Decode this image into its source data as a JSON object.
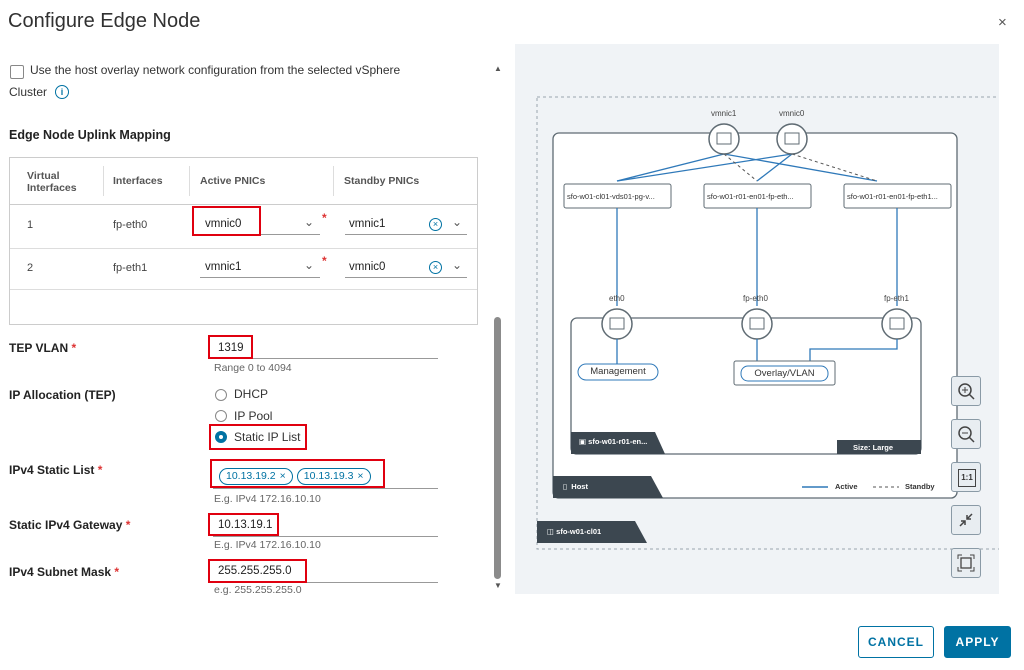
{
  "dialog": {
    "title": "Configure Edge Node",
    "close_glyph": "×",
    "overlay_checkbox_label_line1": "Use the host overlay network configuration from the selected vSphere",
    "overlay_checkbox_label_line2": "Cluster",
    "info_glyph": "i"
  },
  "uplink": {
    "section_title": "Edge Node Uplink Mapping",
    "headers": [
      "Virtual Interfaces",
      "Interfaces",
      "Active PNICs",
      "Standby PNICs"
    ],
    "header_virtual_line1": "Virtual",
    "header_virtual_line2": "Interfaces",
    "rows": [
      {
        "vi": "1",
        "iface": "fp-eth0",
        "active": "vmnic0",
        "standby": "vmnic1"
      },
      {
        "vi": "2",
        "iface": "fp-eth1",
        "active": "vmnic1",
        "standby": "vmnic0"
      }
    ]
  },
  "form": {
    "tep_vlan_label": "TEP VLAN",
    "tep_vlan_value": "1319",
    "tep_vlan_hint": "Range 0 to 4094",
    "ip_alloc_label": "IP Allocation (TEP)",
    "ip_alloc_options": [
      "DHCP",
      "IP Pool",
      "Static IP List"
    ],
    "ip_alloc_selected": "Static IP List",
    "ipv4_list_label": "IPv4 Static List",
    "ipv4_list_values": [
      "10.13.19.2",
      "10.13.19.3"
    ],
    "ipv4_list_hint": "E.g. IPv4 172.16.10.10",
    "gateway_label": "Static IPv4 Gateway",
    "gateway_value": "10.13.19.1",
    "gateway_hint": "E.g. IPv4 172.16.10.10",
    "mask_label": "IPv4 Subnet Mask",
    "mask_value": "255.255.255.0",
    "mask_hint": "e.g. 255.255.255.0",
    "required_mark": "*"
  },
  "diagram": {
    "pnic_top": [
      "vmnic1",
      "vmnic0"
    ],
    "portgroups": [
      "sfo-w01-cl01-vds01-pg-v...",
      "sfo-w01-r01-en01-fp-eth...",
      "sfo-w01-r01-en01-fp-eth1..."
    ],
    "edge_ports": [
      "eth0",
      "fp-eth0",
      "fp-eth1"
    ],
    "management_label": "Management",
    "overlay_label": "Overlay/VLAN",
    "edge_name": "sfo-w01-r01-en...",
    "size_label": "Size: Large",
    "host_label": "Host",
    "cluster_label": "sfo-w01-cl01",
    "legend_active": "Active",
    "legend_standby": "Standby",
    "zoom_reset_label": "1:1",
    "colors": {
      "active_line": "#2f79b9",
      "panel_bg": "#f0f3f6",
      "accent": "#0072a3"
    }
  },
  "footer": {
    "cancel_label": "CANCEL",
    "apply_label": "APPLY"
  }
}
